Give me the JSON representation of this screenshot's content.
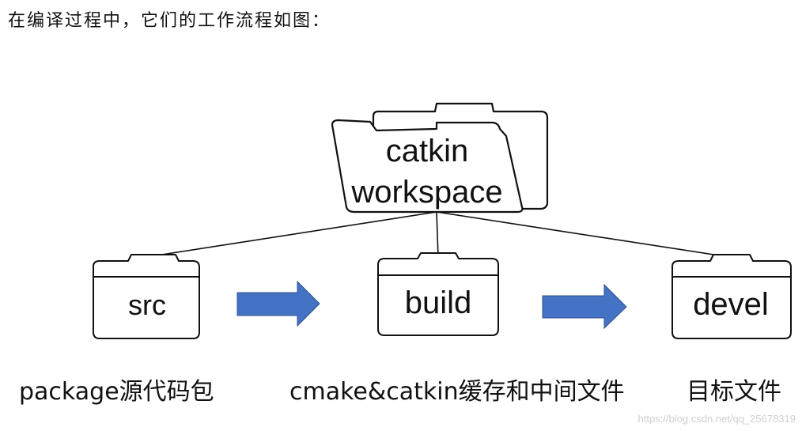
{
  "heading": "在编译过程中，它们的工作流程如图：",
  "folders": {
    "workspace_line1": "catkin",
    "workspace_line2": "workspace",
    "src": "src",
    "build": "build",
    "devel": "devel"
  },
  "captions": {
    "src": "package源代码包",
    "build": "cmake&catkin缓存和中间文件",
    "devel": "目标文件"
  },
  "watermark": "https://blog.csdn.net/qq_25678319",
  "colors": {
    "arrow": "#4472c4",
    "stroke": "#111111"
  }
}
